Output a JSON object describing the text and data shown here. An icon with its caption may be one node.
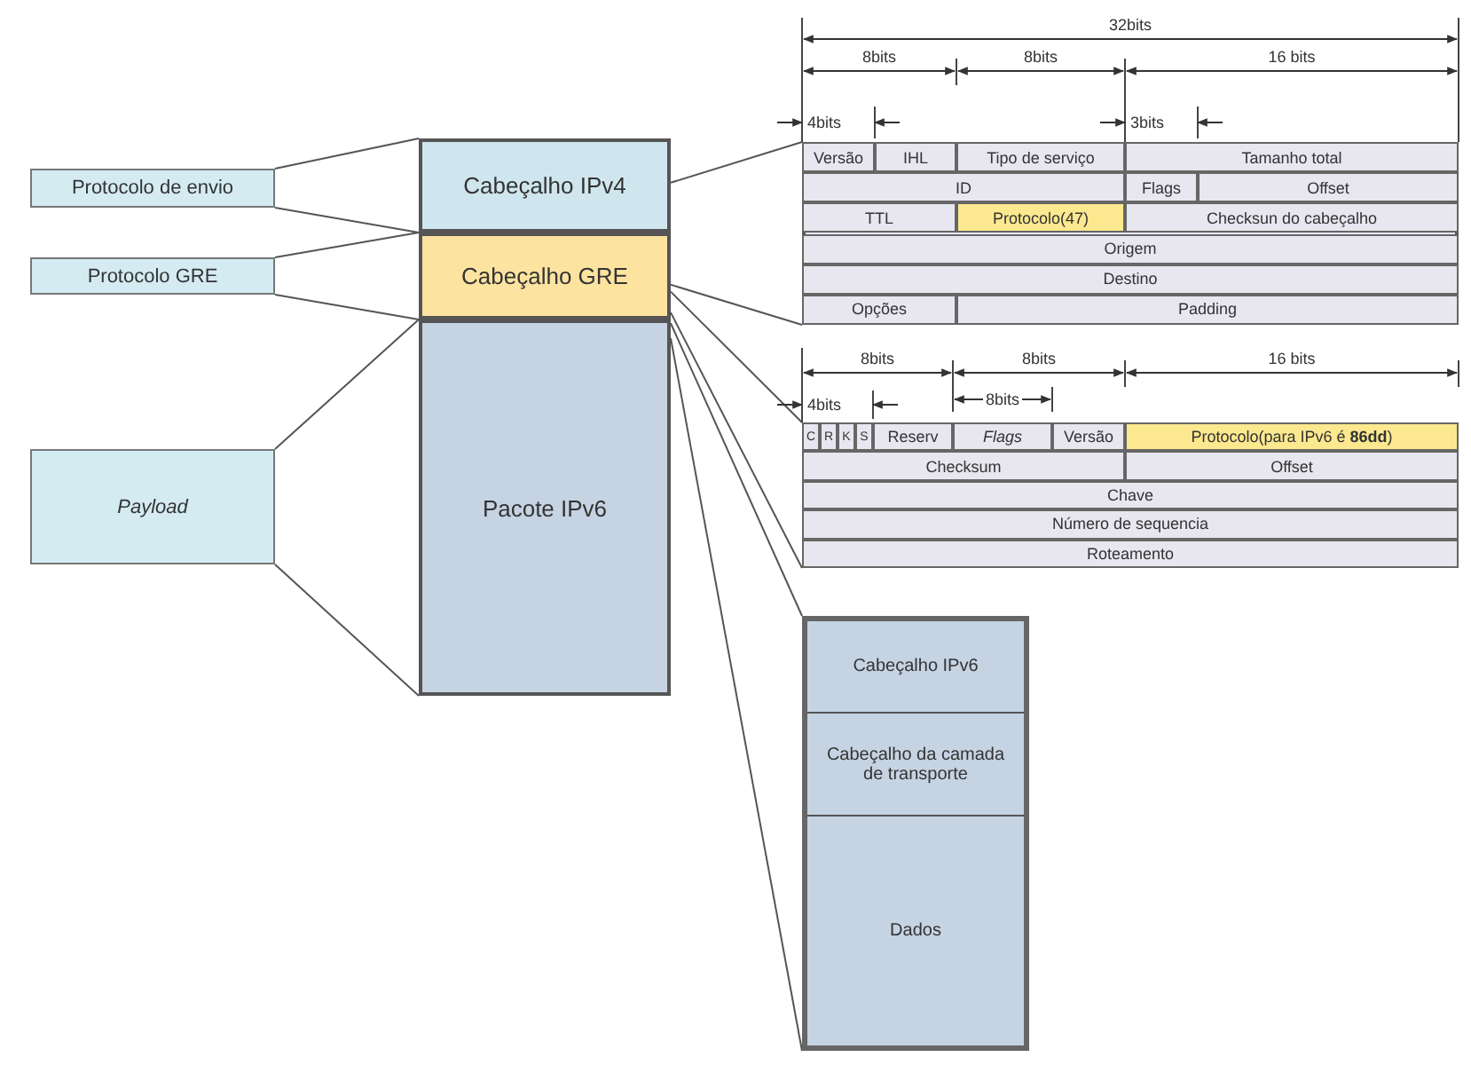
{
  "diagram": {
    "nodes": [
      {
        "text": [
          "Protocolo de envio"
        ]
      },
      {
        "text": [
          "Protocolo GRE"
        ]
      },
      {
        "text": [
          "Payload"
        ]
      },
      {
        "text": [
          "Cabeçalho IPv4"
        ]
      },
      {
        "text": [
          "Cabeçalho GRE"
        ]
      },
      {
        "text": [
          "Pacote IPv6"
        ]
      },
      {
        "text": [
          "Versão",
          "IHL",
          "Tipo de serviço",
          "Tamanho total",
          "ID",
          "Flags",
          "Offset",
          "TTL",
          "Protocolo(47)",
          "Checksun do cabeçalho",
          "Origem",
          "Destino",
          "Opções",
          "Padding"
        ]
      },
      {
        "text": [
          "C",
          "R",
          "K",
          "S",
          "Reserv",
          "Flags",
          "Versão",
          "Protocolo(para IPv6 é **86dd**)",
          "Checksum",
          "Offset",
          "Chave",
          "Número de sequencia",
          "Roteamento"
        ]
      },
      {
        "text": [
          "Cabeçalho IPv6",
          "Cabeçalho da camada de transporte",
          "Dados"
        ]
      }
    ],
    "edges": [
      {
        "from": 0,
        "to": 3,
        "arrow": "none"
      },
      {
        "from": 0,
        "to": 3,
        "arrow": "none"
      },
      {
        "from": 1,
        "to": 4,
        "arrow": "none"
      },
      {
        "from": 1,
        "to": 4,
        "arrow": "none"
      },
      {
        "from": 2,
        "to": 5,
        "arrow": "none"
      },
      {
        "from": 2,
        "to": 5,
        "arrow": "none"
      },
      {
        "from": 3,
        "to": 6,
        "arrow": "none"
      },
      {
        "from": 4,
        "to": 6,
        "arrow": "none"
      },
      {
        "from": 4,
        "to": 7,
        "arrow": "none"
      },
      {
        "from": 4,
        "to": 7,
        "arrow": "none"
      },
      {
        "from": 5,
        "to": 8,
        "arrow": "none"
      },
      {
        "from": 5,
        "to": 8,
        "arrow": "none"
      }
    ],
    "labels": [
      "32bits",
      "8bits",
      "8bits",
      "16 bits",
      "4bits",
      "3bits",
      "8bits",
      "8bits",
      "16 bits",
      "4bits",
      "8bits"
    ]
  }
}
